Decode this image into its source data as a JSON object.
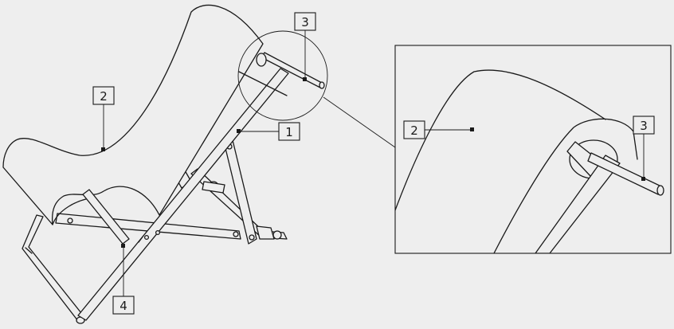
{
  "diagram": {
    "callouts": {
      "frame": "1",
      "fabric": "2",
      "rod": "3",
      "crossbar": "4"
    },
    "colors": {
      "background": "#eeeeee",
      "line": "#1a1a1a"
    }
  }
}
